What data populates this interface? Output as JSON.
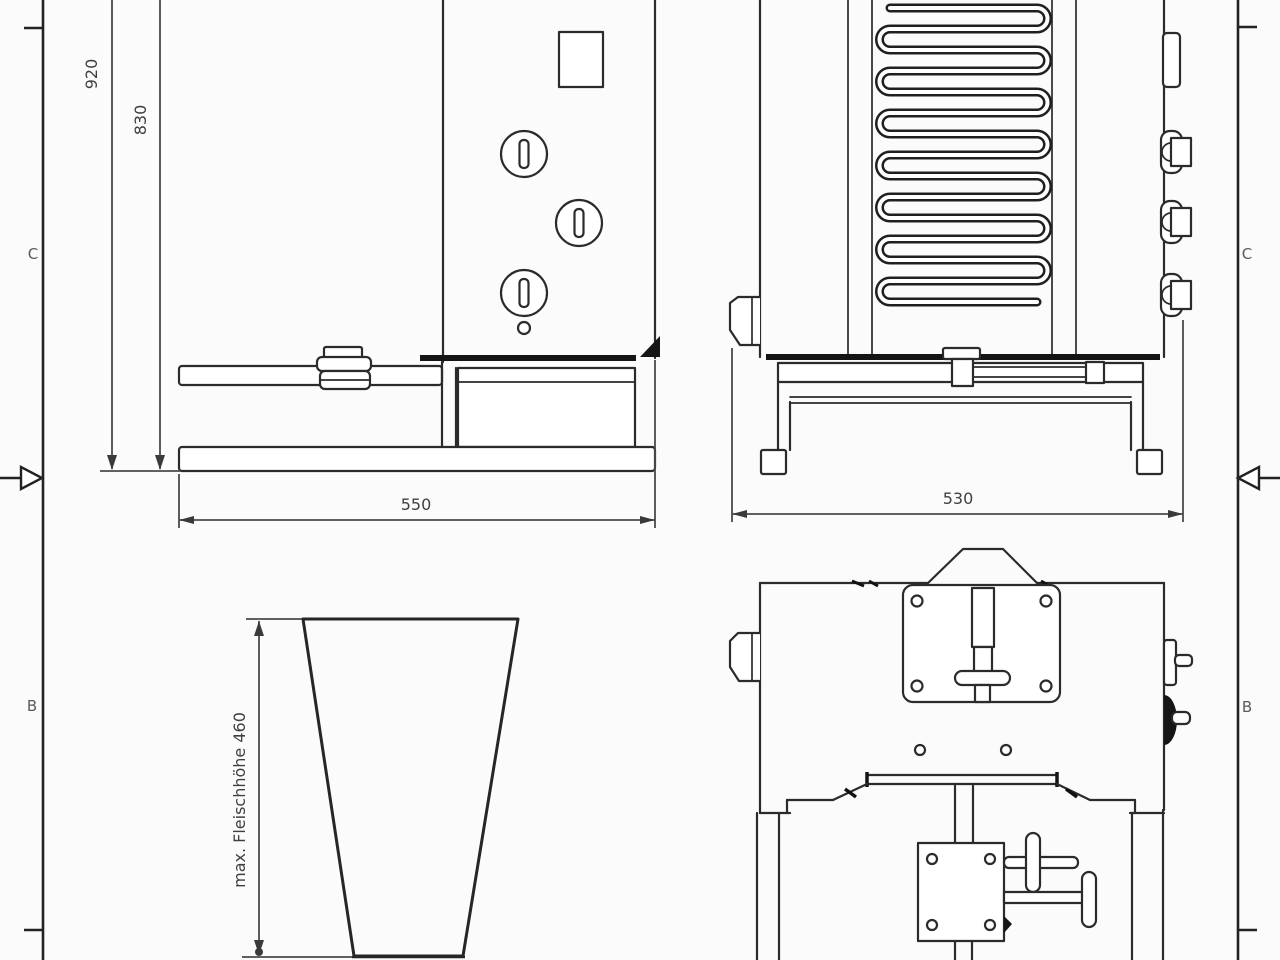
{
  "drawing": {
    "dimensions": {
      "total_height": "920",
      "body_height": "830",
      "depth": "550",
      "width": "530",
      "funnel_note": "max. Fleischhöhe 460"
    },
    "frame_zones": {
      "left_top": "C",
      "right_top": "C",
      "left_bottom": "B",
      "right_bottom": "B"
    },
    "colors": {
      "line": "#2b2b2b",
      "dimension": "#4a4a4a",
      "background": "#fbfbfb"
    }
  }
}
